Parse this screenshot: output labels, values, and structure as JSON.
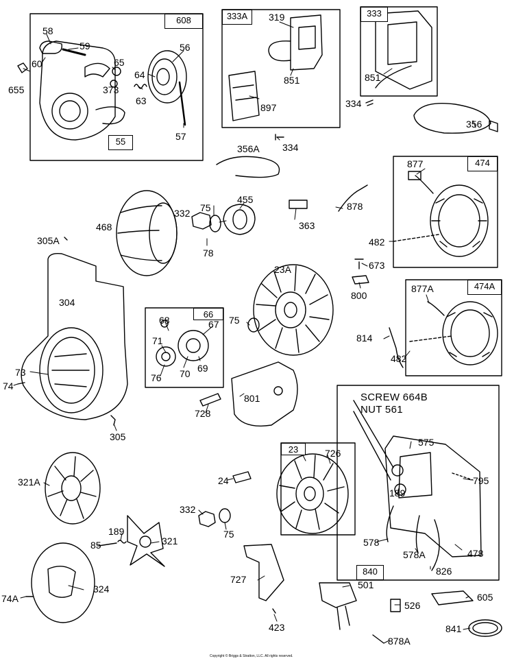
{
  "labels": {
    "p608": "608",
    "p58": "58",
    "p59": "59",
    "p60": "60",
    "p65": "65",
    "p56": "56",
    "p655": "655",
    "p373": "373",
    "p64": "64",
    "p63": "63",
    "p55": "55",
    "p57": "57",
    "p333A": "333A",
    "p319": "319",
    "p851a": "851",
    "p897": "897",
    "p333": "333",
    "p851b": "851",
    "p334a": "334",
    "p356": "356",
    "p356A": "356A",
    "p334b": "334",
    "p877": "877",
    "p474": "474",
    "p468": "468",
    "p332a": "332",
    "p75a": "75",
    "p455": "455",
    "p78": "78",
    "p363": "363",
    "p878": "878",
    "p482a": "482",
    "p673": "673",
    "p800": "800",
    "p305A": "305A",
    "p304": "304",
    "p23A": "23A",
    "p877A": "877A",
    "p474A": "474A",
    "p814": "814",
    "p482b": "482",
    "p66": "66",
    "p68": "68",
    "p67": "67",
    "p71": "71",
    "p76": "76",
    "p70": "70",
    "p69": "69",
    "p75b": "75",
    "p73": "73",
    "p74": "74",
    "p728": "728",
    "p801": "801",
    "p305": "305",
    "p23": "23",
    "p726": "726",
    "p575": "575",
    "p189a": "189",
    "p795": "795",
    "p321A": "321A",
    "p24": "24",
    "p332b": "332",
    "p75c": "75",
    "p189b": "189",
    "p85": "85",
    "p321": "321",
    "p578": "578",
    "p578A": "578A",
    "p478": "478",
    "p826": "826",
    "p840": "840",
    "p727": "727",
    "p501": "501",
    "p605": "605",
    "p74A": "74A",
    "p324": "324",
    "p526": "526",
    "p423": "423",
    "p841": "841",
    "p878A": "878A"
  },
  "notes": {
    "screw": "SCREW 664B",
    "nut": "NUT 561"
  },
  "copyright": "Copyright © Briggs & Stratton, LLC. All rights reserved."
}
